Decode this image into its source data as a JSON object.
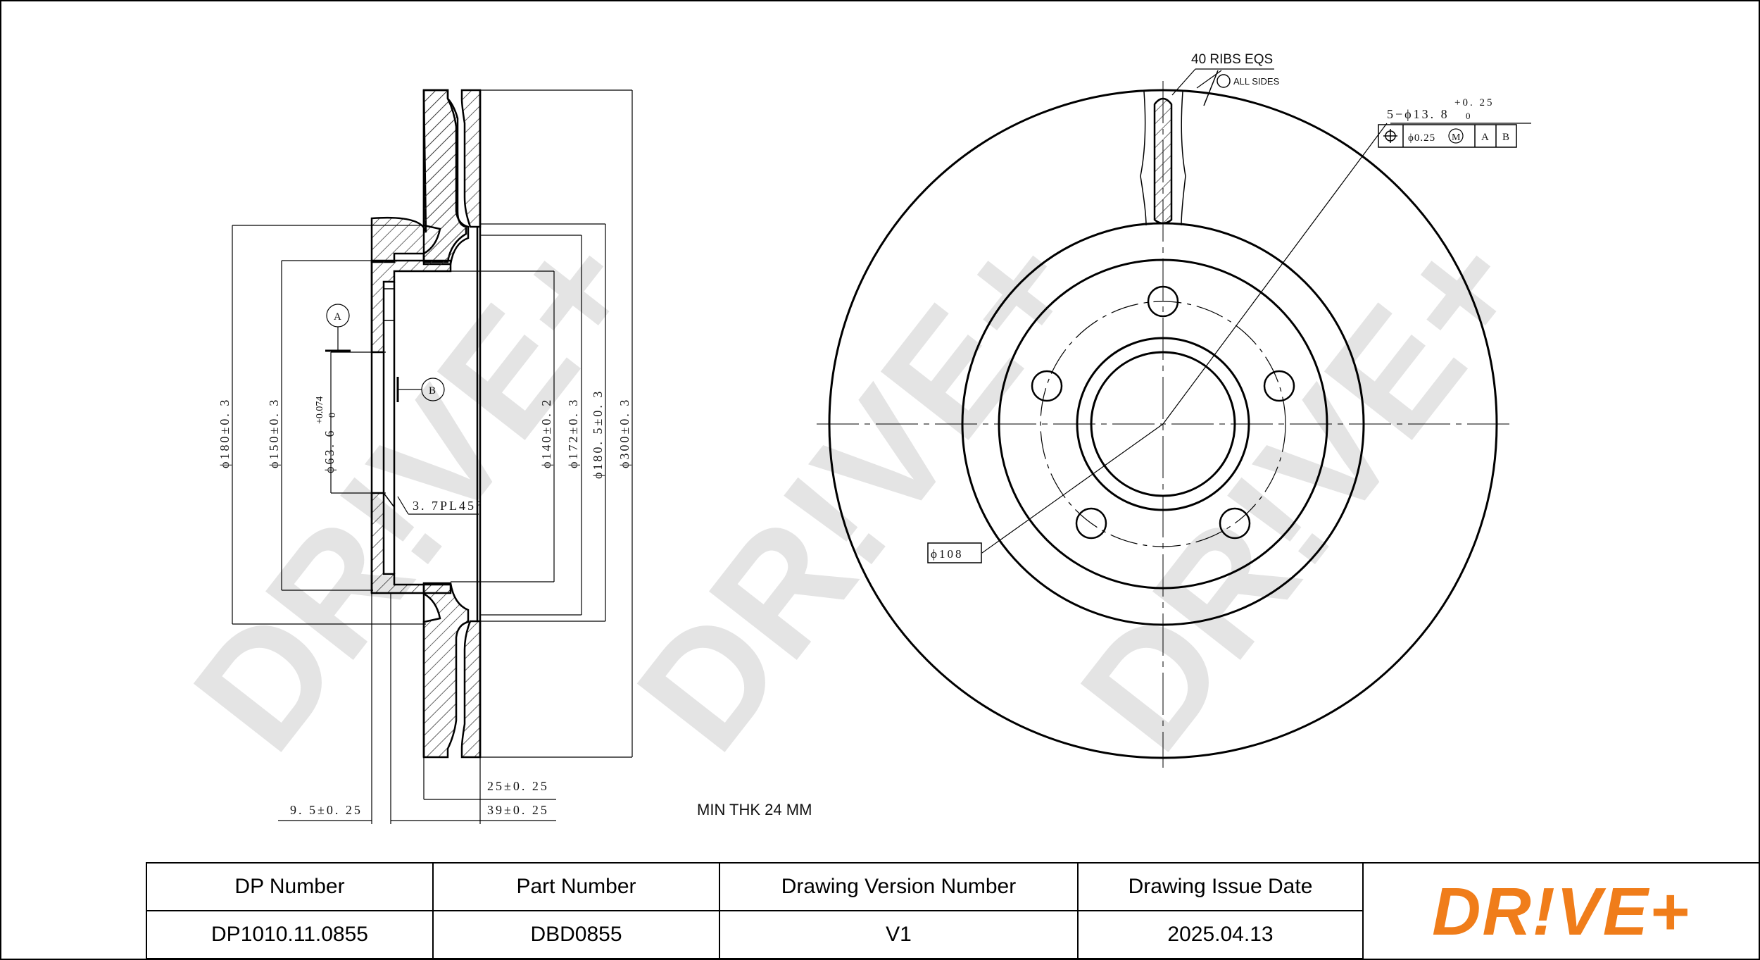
{
  "drawing": {
    "ribs_note": "40 RIBS EQS",
    "all_sides": "ALL SIDES",
    "holes_note": "5−ϕ13. 8",
    "holes_tol_upper": "+0. 25",
    "holes_tol_lower": "0",
    "position_tol": "ϕ0.25",
    "modifier_m": "M",
    "datum_a": "A",
    "datum_b": "B",
    "pcd": "ϕ108",
    "min_thk": "MIN THK 24 MM",
    "dims": {
      "d180": "ϕ180±0. 3",
      "d150": "ϕ150±0. 3",
      "d63": "ϕ63. 6",
      "d63_tol_upper": "+0.074",
      "d63_tol_lower": "0",
      "d140": "ϕ140±0. 2",
      "d172": "ϕ172±0. 3",
      "d180_5": "ϕ180. 5±0. 3",
      "d300": "ϕ300±0. 3",
      "chamfer": "3. 7PL45°",
      "t25": "25±0. 25",
      "t39": "39±0. 25",
      "t9_5": "9. 5±0. 25"
    }
  },
  "watermark": "DR!VE+",
  "title_block": {
    "headers": [
      "DP Number",
      "Part Number",
      "Drawing Version Number",
      "Drawing Issue Date"
    ],
    "values": [
      "DP1010.11.0855",
      "DBD0855",
      "V1",
      "2025.04.13"
    ]
  },
  "logo": {
    "text": "DR!VE+",
    "color": "#f07d1a"
  }
}
